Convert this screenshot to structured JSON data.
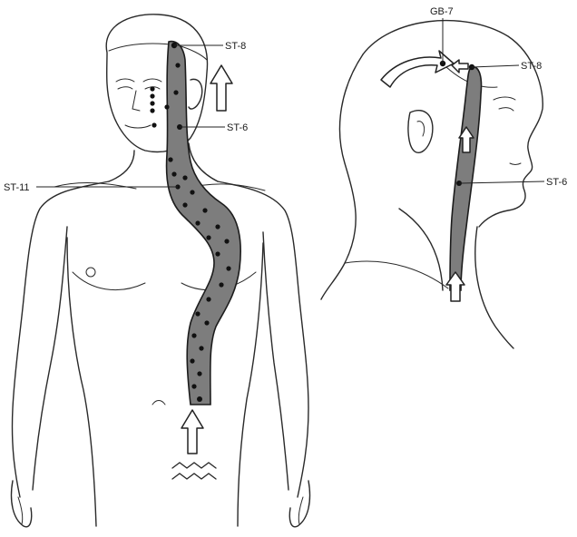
{
  "labels": {
    "front_st8": "ST-8",
    "front_st6": "ST-6",
    "front_st11": "ST-11",
    "side_gb7": "GB-7",
    "side_st8": "ST-8",
    "side_st6": "ST-6"
  },
  "colors": {
    "channel_fill": "#7d7d7d",
    "outline": "#2a2a2a",
    "background": "#ffffff"
  }
}
